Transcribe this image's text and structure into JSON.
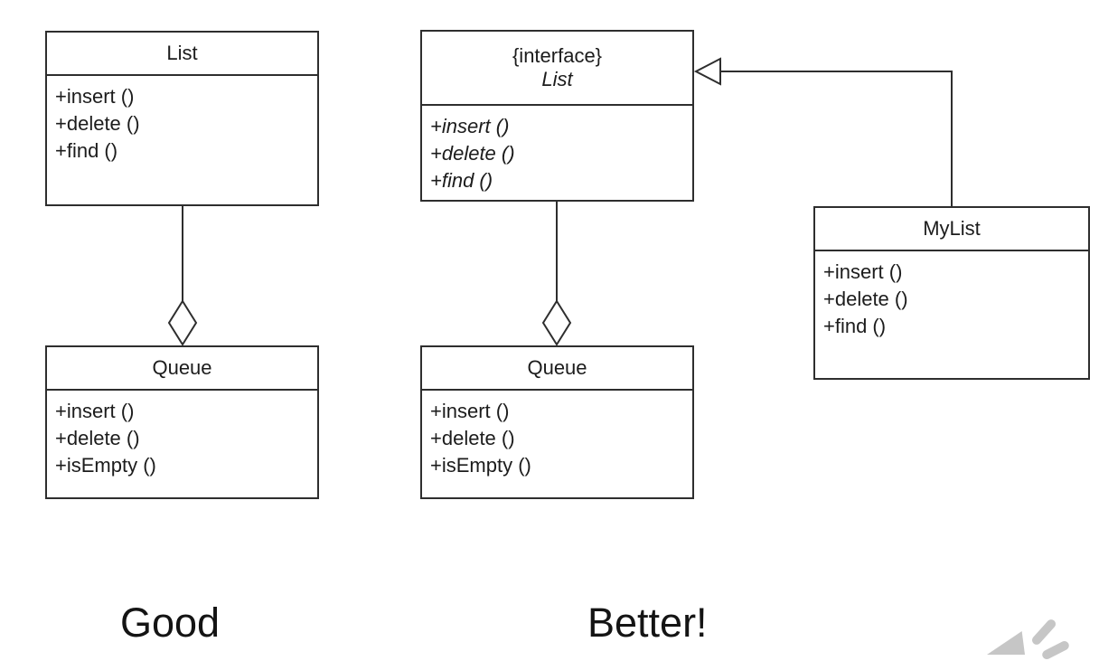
{
  "diagrams": {
    "good": {
      "caption": "Good",
      "list": {
        "title": "List",
        "methods": [
          "+insert ()",
          "+delete ()",
          "+find ()"
        ]
      },
      "queue": {
        "title": "Queue",
        "methods": [
          "+insert ()",
          "+delete ()",
          "+isEmpty ()"
        ]
      }
    },
    "better": {
      "caption": "Better!",
      "interface": {
        "stereotype": "{interface}",
        "title": "List",
        "methods": [
          "+insert ()",
          "+delete ()",
          "+find ()"
        ]
      },
      "queue": {
        "title": "Queue",
        "methods": [
          "+insert ()",
          "+delete ()",
          "+isEmpty ()"
        ]
      },
      "mylist": {
        "title": "MyList",
        "methods": [
          "+insert ()",
          "+delete ()",
          "+find ()"
        ]
      }
    }
  },
  "icons": {
    "aggregation": "open-diamond",
    "realization": "open-triangle",
    "watermark": "gray-triangle-with-stripes"
  },
  "colors": {
    "stroke": "#2e2e2e",
    "text": "#1c1c1c",
    "background": "#ffffff",
    "logo_gray": "#c6c6c6"
  }
}
